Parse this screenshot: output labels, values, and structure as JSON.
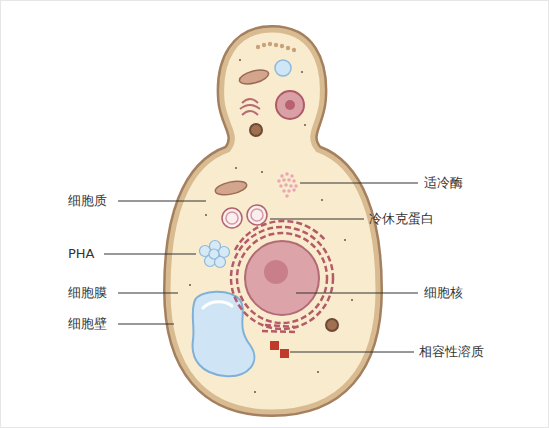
{
  "diagram": {
    "labels": [
      "适冷酶",
      "细胞质",
      "冷休克蛋白",
      "PHA",
      "细胞核",
      "细胞膜",
      "细胞壁",
      "相容性溶质"
    ]
  }
}
